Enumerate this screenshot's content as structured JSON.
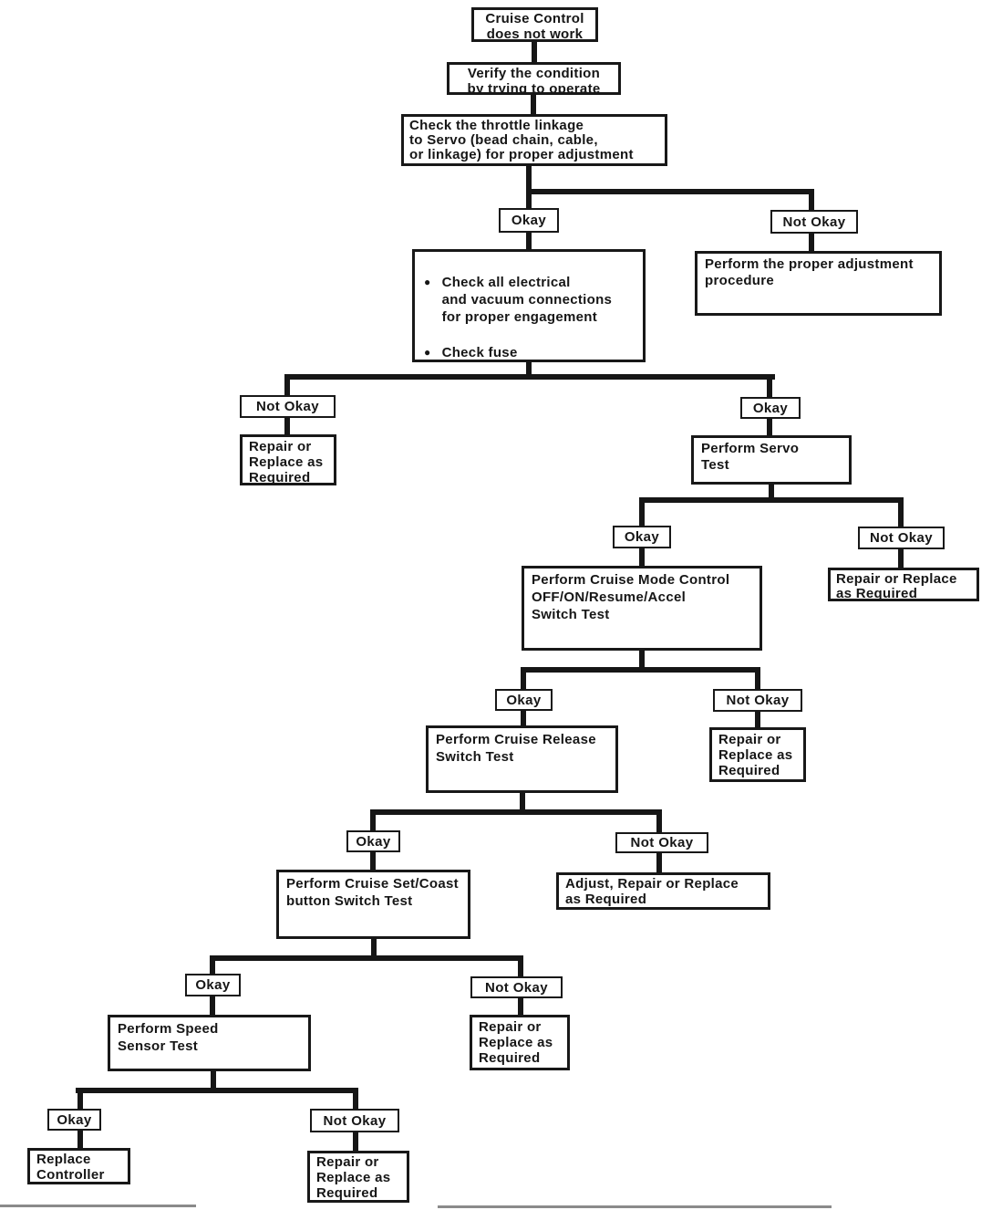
{
  "flowchart": {
    "nodes": {
      "start": "Cruise Control\ndoes not work",
      "verify": "Verify the condition\nby trying to operate",
      "check_throttle": "Check the throttle linkage\nto Servo (bead chain, cable,\nor linkage) for proper adjustment",
      "electrical_item1": "Check all electrical\nand vacuum connections\nfor proper engagement",
      "electrical_item2": "Check fuse",
      "adjustment_procedure": "Perform the proper adjustment\nprocedure",
      "servo_test": "Perform Servo\nTest",
      "mode_control_test": "Perform Cruise Mode Control\nOFF/ON/Resume/Accel\nSwitch Test",
      "release_test": "Perform Cruise Release\nSwitch Test",
      "set_coast_test": "Perform Cruise Set/Coast\nbutton Switch Test",
      "adjust_repair_replace": "Adjust, Repair or Replace\nas Required",
      "speed_sensor_test": "Perform Speed\nSensor Test",
      "replace_controller": "Replace\nController",
      "repair_replace_narrow": "Repair or\nReplace as\nRequired",
      "repair_replace_wide": "Repair or Replace\nas Required"
    },
    "labels": {
      "okay": "Okay",
      "not_okay": "Not Okay"
    },
    "icons": {
      "bullet": "●"
    }
  }
}
